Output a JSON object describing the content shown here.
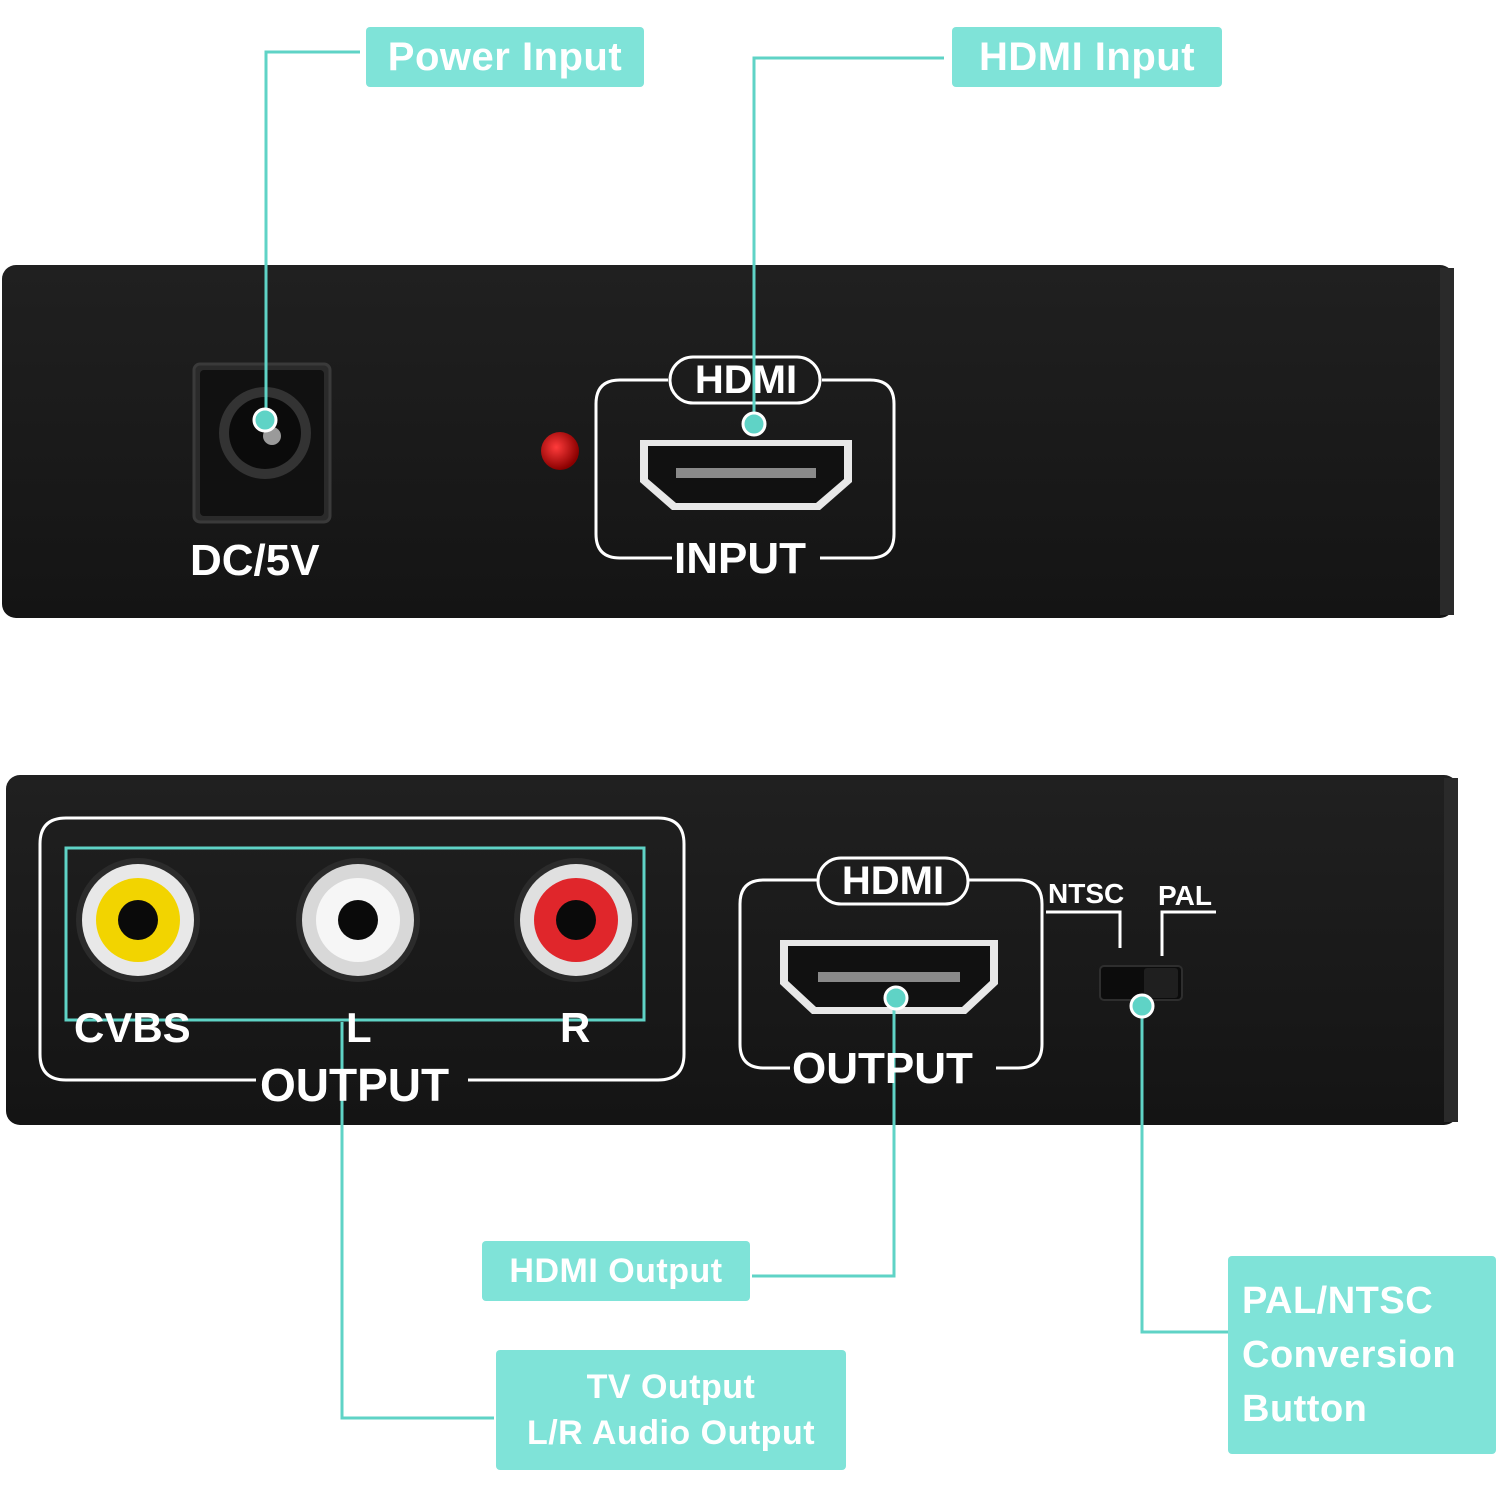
{
  "callouts": {
    "power_input": "Power Input",
    "hdmi_input": "HDMI Input",
    "hdmi_output": "HDMI Output",
    "tv_output_line1": "TV Output",
    "tv_output_line2": "L/R Audio Output",
    "pal_ntsc_line1": "PAL/NTSC",
    "pal_ntsc_line2": "Conversion",
    "pal_ntsc_line3": "Button"
  },
  "top_panel": {
    "dc_label": "DC/5V",
    "hdmi_badge": "HDMI",
    "input_label": "INPUT"
  },
  "bottom_panel": {
    "cvbs_label": "CVBS",
    "l_label": "L",
    "r_label": "R",
    "rca_output_label": "OUTPUT",
    "hdmi_badge": "HDMI",
    "hdmi_output_label": "OUTPUT",
    "ntsc_label": "NTSC",
    "pal_label": "PAL"
  },
  "colors": {
    "callout": "#7fe3d8",
    "leader_line": "#5fd3c6",
    "panel": "#1a1a1a",
    "led": "#c40000",
    "rca_yellow": "#f2d400",
    "rca_white": "#f2f2f2",
    "rca_red": "#e0262b"
  }
}
